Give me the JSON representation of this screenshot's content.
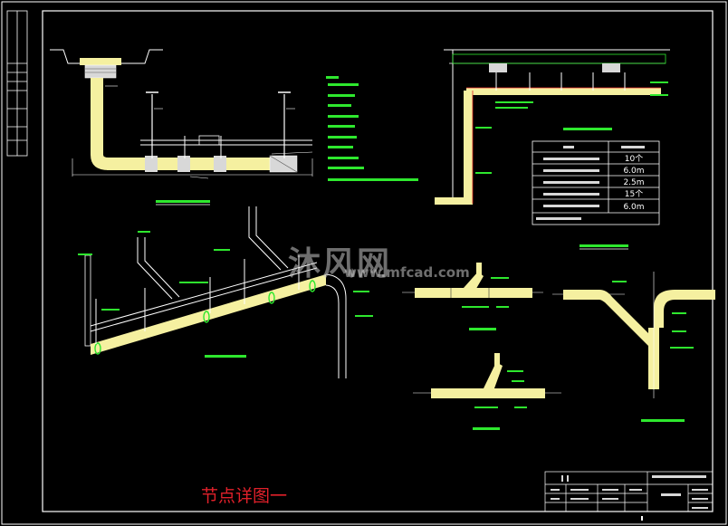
{
  "watermark": {
    "brand": "沐风网",
    "url": "www.mfcad.com"
  },
  "caption": "节点详图一",
  "table": {
    "values": [
      "10个",
      "6.0m",
      "2.5m",
      "15个",
      "6.0m"
    ]
  },
  "colors": {
    "background": "#000000",
    "frame": "#ffffff",
    "pipe": "#f5f0a0",
    "label": "#2ee82e",
    "leader": "#ffffff",
    "caption": "#e0202a",
    "titlebar": "#d02828"
  }
}
